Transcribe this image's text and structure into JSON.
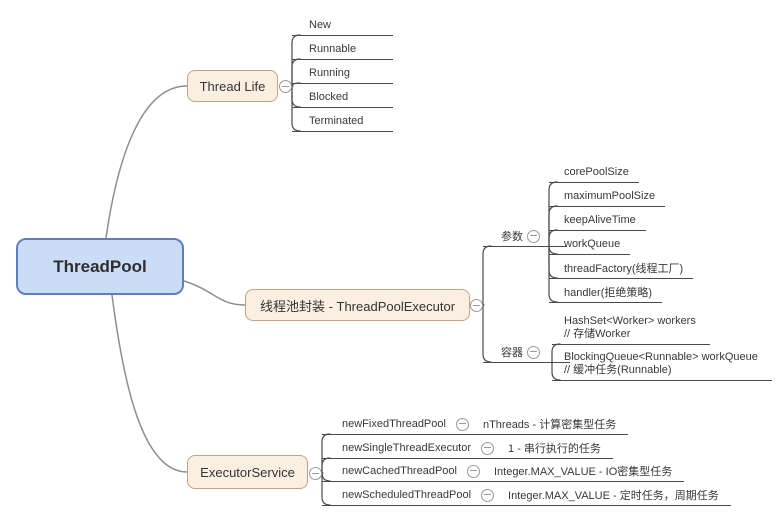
{
  "root": {
    "label": "ThreadPool"
  },
  "branches": {
    "thread_life": {
      "label": "Thread Life",
      "children": [
        "New",
        "Runnable",
        "Running",
        "Blocked",
        "Terminated"
      ]
    },
    "executor": {
      "label": "线程池封装 - ThreadPoolExecutor",
      "params": {
        "label": "参数",
        "children": [
          "corePoolSize",
          "maximumPoolSize",
          "keepAliveTime",
          "workQueue",
          "threadFactory(线程工厂)",
          "handler(拒绝策略)"
        ]
      },
      "containers": {
        "label": "容器",
        "children": [
          {
            "code": "HashSet<Worker> workers",
            "comment": "// 存储Worker"
          },
          {
            "code": "BlockingQueue<Runnable> workQueue",
            "comment": "// 缓冲任务(Runnable)"
          }
        ]
      }
    },
    "executor_service": {
      "label": "ExecutorService",
      "children": [
        {
          "name": "newFixedThreadPool",
          "desc": "nThreads - 计算密集型任务"
        },
        {
          "name": "newSingleThreadExecutor",
          "desc": "1 - 串行执行的任务"
        },
        {
          "name": "newCachedThreadPool",
          "desc": "Integer.MAX_VALUE - IO密集型任务"
        },
        {
          "name": "newScheduledThreadPool",
          "desc": "Integer.MAX_VALUE - 定时任务，周期任务"
        }
      ]
    }
  },
  "colors": {
    "root_fill": "#CBDDF6",
    "root_border": "#5F7EC2",
    "branch_fill": "#FBEFE2",
    "branch_border": "#C5A284",
    "connector": "#8E8E8E",
    "outline": "#4A4A4A",
    "collapse": "#999999",
    "background": "#FFFFFF",
    "text": "#383838"
  }
}
